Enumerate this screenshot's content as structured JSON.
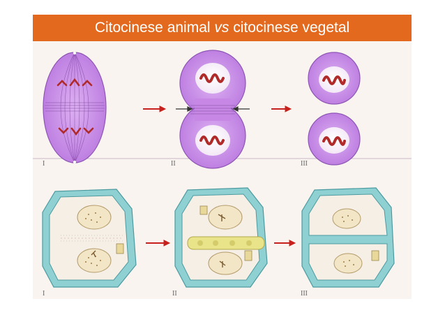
{
  "title": {
    "part1": "Citocinese animal ",
    "italic": "vs",
    "part2": " citocinese vegetal"
  },
  "stage_labels": {
    "animal": [
      "I",
      "II",
      "III"
    ],
    "plant": [
      "I",
      "II",
      "III"
    ]
  },
  "colors": {
    "title_bar": "#E3691F",
    "title_text": "#ffffff",
    "background": "#F9F4EF",
    "animal_cell": "#C98BE6",
    "chromosome": "#B02A2A",
    "arrow": "#C8201C",
    "cell_wall": "#7CC7CC",
    "nucleus": "#F2E6C6"
  }
}
